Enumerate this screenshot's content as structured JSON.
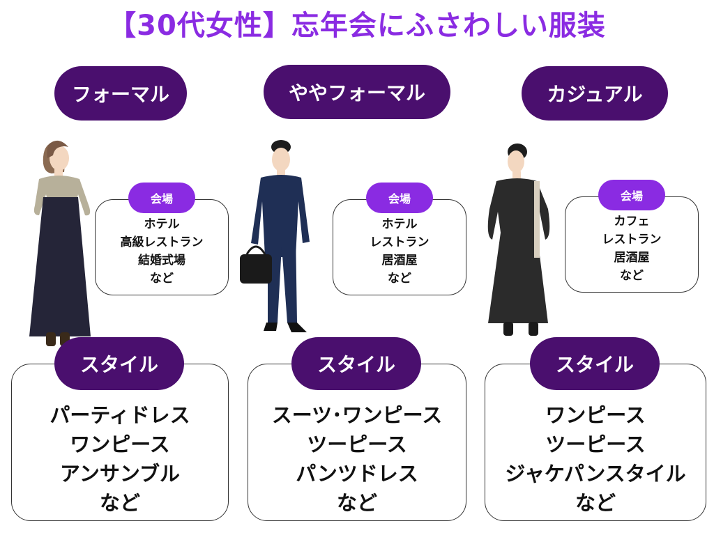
{
  "title": "【30代女性】忘年会にふさわしい服装",
  "columns": [
    {
      "category": "フォーマル",
      "venue_label": "会場",
      "venues": [
        "ホテル",
        "高級レストラン",
        "結婚式場",
        "など"
      ],
      "style_label": "スタイル",
      "styles": [
        "パーティドレス",
        "ワンピース",
        "アンサンブル",
        "など"
      ]
    },
    {
      "category": "ややフォーマル",
      "venue_label": "会場",
      "venues": [
        "ホテル",
        "レストラン",
        "居酒屋",
        "など"
      ],
      "style_label": "スタイル",
      "styles": [
        "スーツ･ワンピース",
        "ツーピース",
        "パンツドレス",
        "など"
      ]
    },
    {
      "category": "カジュアル",
      "venue_label": "会場",
      "venues": [
        "カフェ",
        "レストラン",
        "居酒屋",
        "など"
      ],
      "style_label": "スタイル",
      "styles": [
        "ワンピース",
        "ツーピース",
        "ジャケパンスタイル",
        "など"
      ]
    }
  ],
  "colors": {
    "title": "#8a2be2",
    "pill_dark": "#4a0f6e",
    "badge_purple": "#8a2be2"
  }
}
